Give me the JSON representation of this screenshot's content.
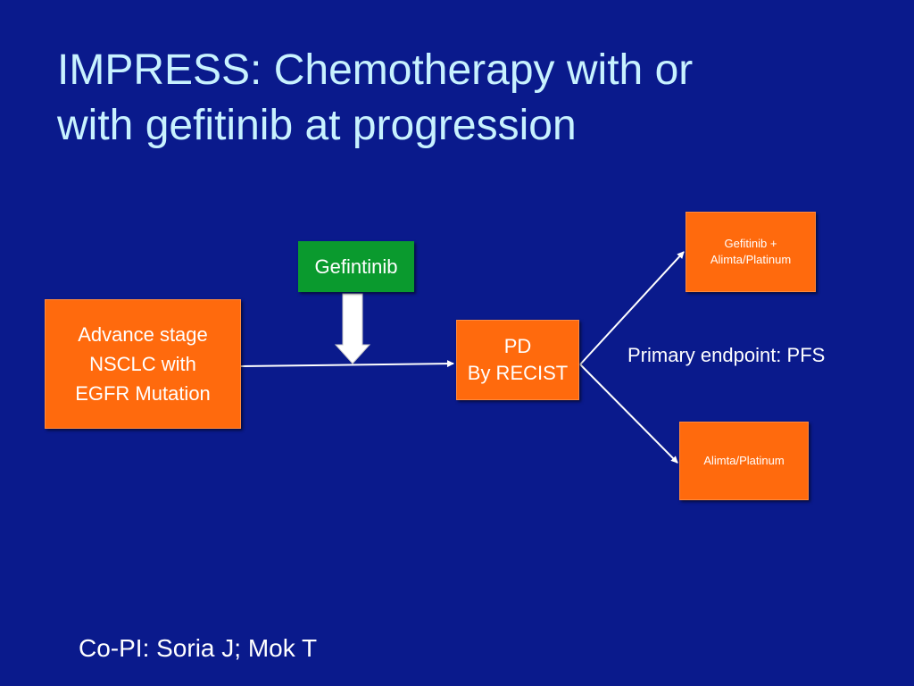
{
  "title": {
    "line1": "IMPRESS: Chemotherapy with or",
    "line2": "with gefitinib at progression"
  },
  "nodes": {
    "start": {
      "lines": [
        "Advance stage",
        "NSCLC with",
        "EGFR Mutation"
      ]
    },
    "drug": {
      "label": "Gefintinib"
    },
    "progression": {
      "lines": [
        "PD",
        "By RECIST"
      ]
    },
    "arm_combo": {
      "lines": [
        "Gefitinib +",
        "Alimta/Platinum"
      ]
    },
    "arm_chemo": {
      "label": "Alimta/Platinum"
    }
  },
  "endpoint": "Primary endpoint: PFS",
  "footer": "Co-PI: Soria J; Mok T",
  "colors": {
    "background": "#0a1a8c",
    "title": "#c8f2ff",
    "box": "#ff6a0d",
    "drug_box": "#0a9a2e",
    "text": "#ffffff"
  }
}
